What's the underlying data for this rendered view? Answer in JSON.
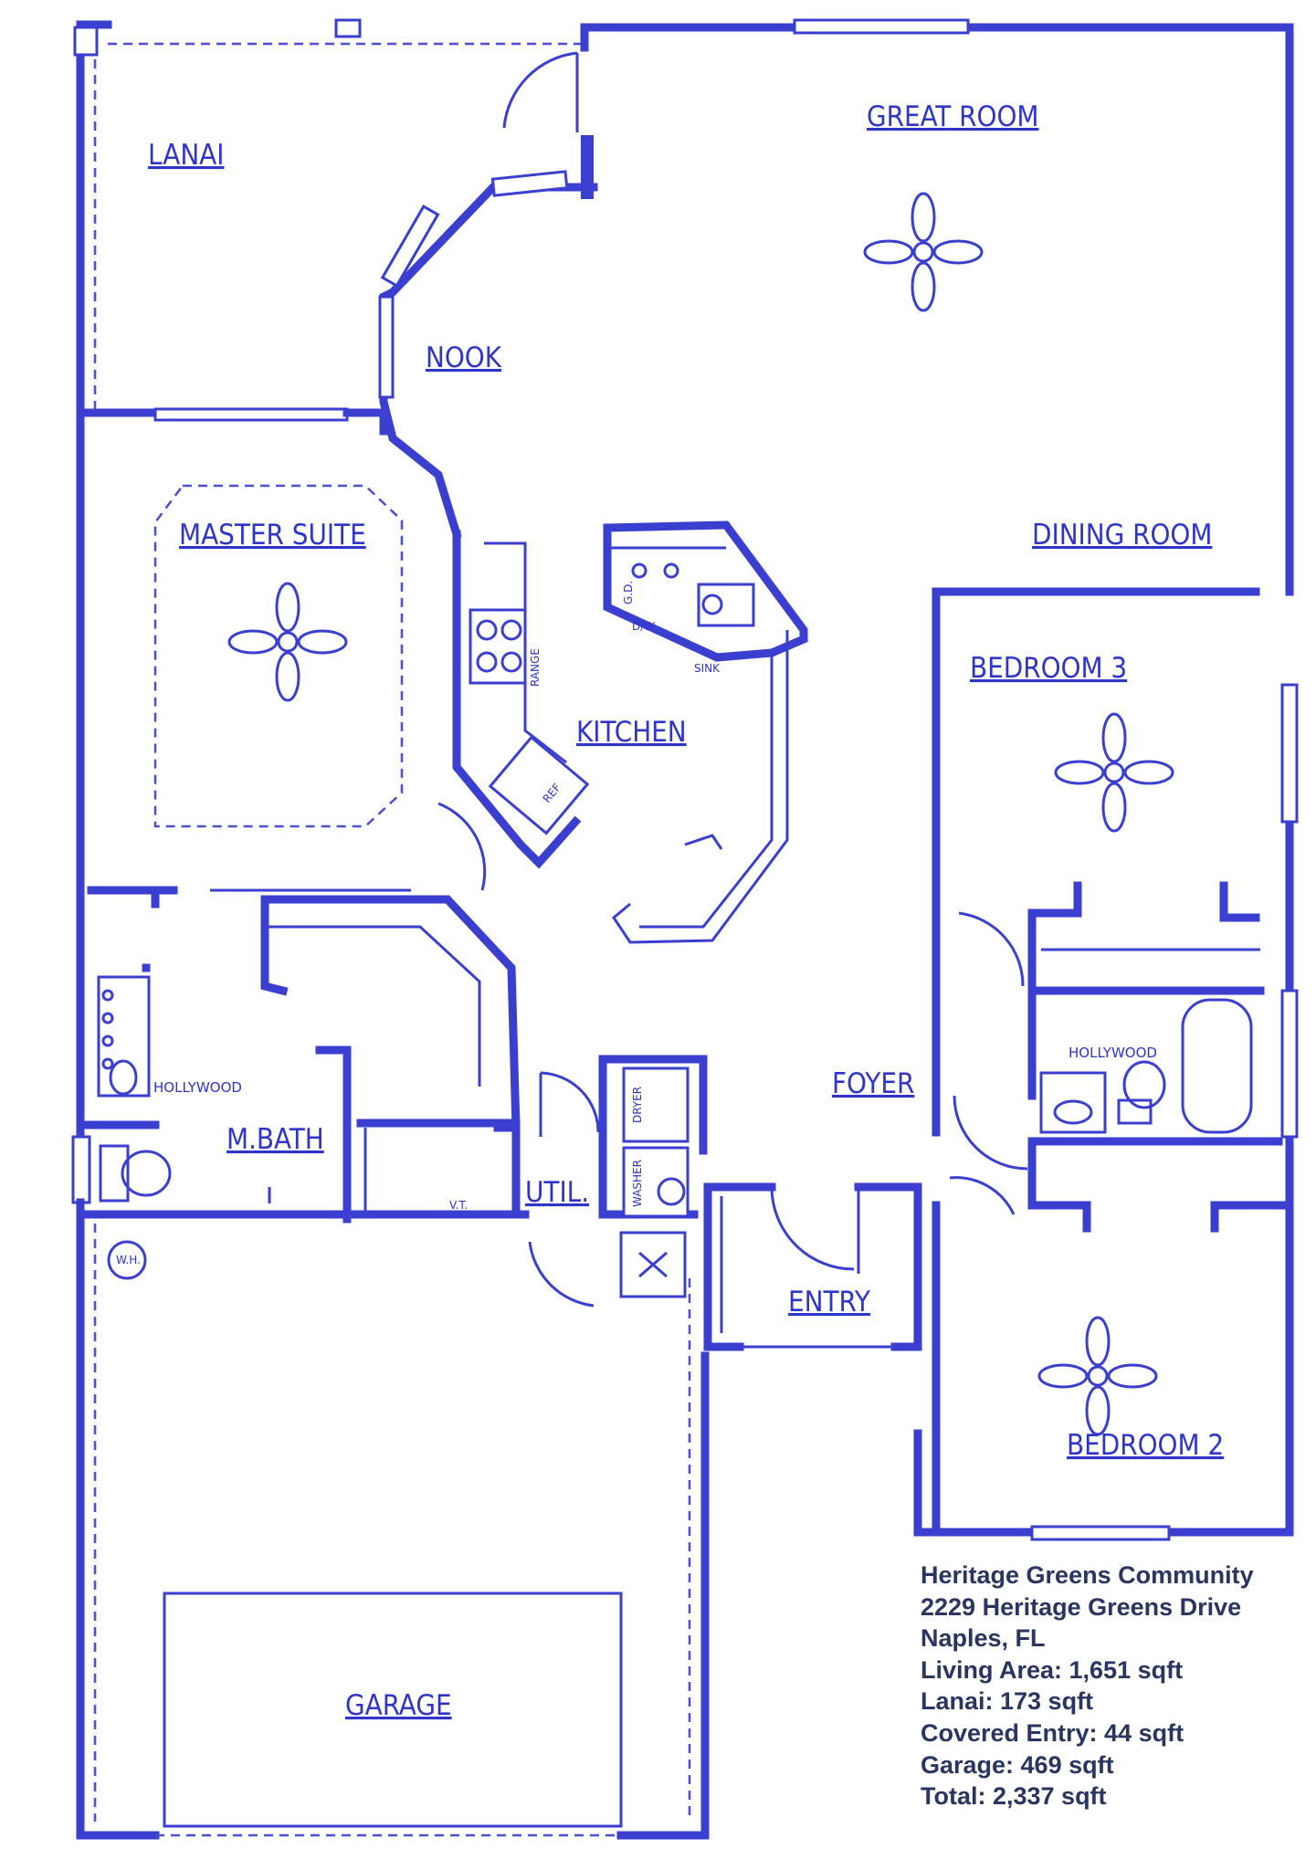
{
  "rooms": {
    "lanai": "LANAI",
    "great_room": "GREAT ROOM",
    "nook": "NOOK",
    "master_suite": "MASTER SUITE",
    "dining_room": "DINING ROOM",
    "kitchen": "KITCHEN",
    "bedroom_3": "BEDROOM 3",
    "foyer": "FOYER",
    "m_bath": "M.BATH",
    "util": "UTIL.",
    "entry": "ENTRY",
    "bedroom_2": "BEDROOM 2",
    "garage": "GARAGE"
  },
  "fixtures": {
    "range": "RANGE",
    "dw": "D/W",
    "gd": "G.D.",
    "sink": "SINK",
    "ref": "REF",
    "dryer": "DRYER",
    "washer": "WASHER",
    "hollywood_master": "HOLLYWOOD",
    "hollywood_hall": "HOLLYWOOD",
    "vt": "V.T.",
    "wh": "W.H."
  },
  "info": {
    "community": "Heritage Greens Community",
    "address": "2229 Heritage Greens Drive",
    "city": "Naples, FL",
    "living_area": "Living Area: 1,651 sqft",
    "lanai": "Lanai: 173 sqft",
    "covered_entry": "Covered Entry: 44 sqft",
    "garage": "Garage: 469 sqft",
    "total": "Total: 2,337 sqft"
  },
  "colors": {
    "ink": "#3a3fd0",
    "text": "#2a3560",
    "paper": "#ffffff"
  }
}
